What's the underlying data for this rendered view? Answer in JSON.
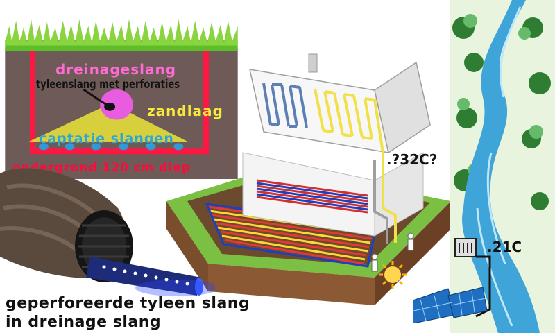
{
  "soil_panel": {
    "drain_pipe_label": "dreinageslang",
    "perforated_pipe_label": "tyleenslang met perforaties",
    "sand_layer_label": "zandlaag",
    "capture_pipes_label": "captatie slangen",
    "depth_label": "ondergrond 120 cm diep"
  },
  "house_diagram": {
    "temperature_top_label": ".?32C?",
    "temperature_bottom_label": ".21C"
  },
  "pipe_photo": {
    "caption_line1": "geperforeerde tyleen slang",
    "caption_line2": "in dreinage slang"
  },
  "colors": {
    "soil": "#6e5a57",
    "grass": "#8ad43f",
    "frame_red": "#ff1744",
    "drain_pink": "#e85de0",
    "sand_yellow": "#d7cf3c",
    "capture_blue": "#2f9ad6",
    "river_blue": "#3fa4d8"
  }
}
